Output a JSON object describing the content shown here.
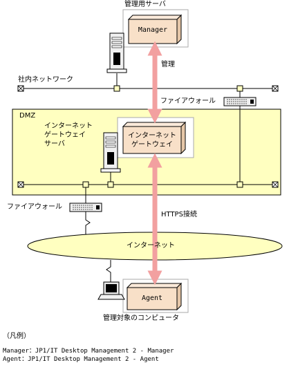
{
  "labels": {
    "manager_server": "管理用サーバ",
    "manager_box": "Manager",
    "management": "管理",
    "internal_network": "社内ネットワーク",
    "firewall_top": "ファイアウォール",
    "dmz": "DMZ",
    "gateway_server": "インターネット\nゲートウェイ\nサーバ",
    "gateway_box": "インターネット\nゲートウェイ",
    "firewall_bottom": "ファイアウォール",
    "https": "HTTPS接続",
    "internet": "インターネット",
    "agent_box": "Agent",
    "managed_pc": "管理対象のコンピュータ"
  },
  "legend": {
    "title": "（凡例）",
    "lines": [
      "Manager：JP1/IT Desktop Management 2 - Manager",
      "Agent：JP1/IT Desktop Management 2 - Agent"
    ]
  },
  "colors": {
    "dmz_fill": "#ffffc0",
    "arrow": "#f2a0a0",
    "box_fill": "#f8e0c8",
    "internet_fill": "#ffffc0"
  },
  "icons": {
    "server": "server-tower-icon",
    "firewall": "firewall-appliance-icon",
    "pc": "laptop-icon",
    "hub": "network-node-icon",
    "terminator": "line-terminator-icon"
  }
}
